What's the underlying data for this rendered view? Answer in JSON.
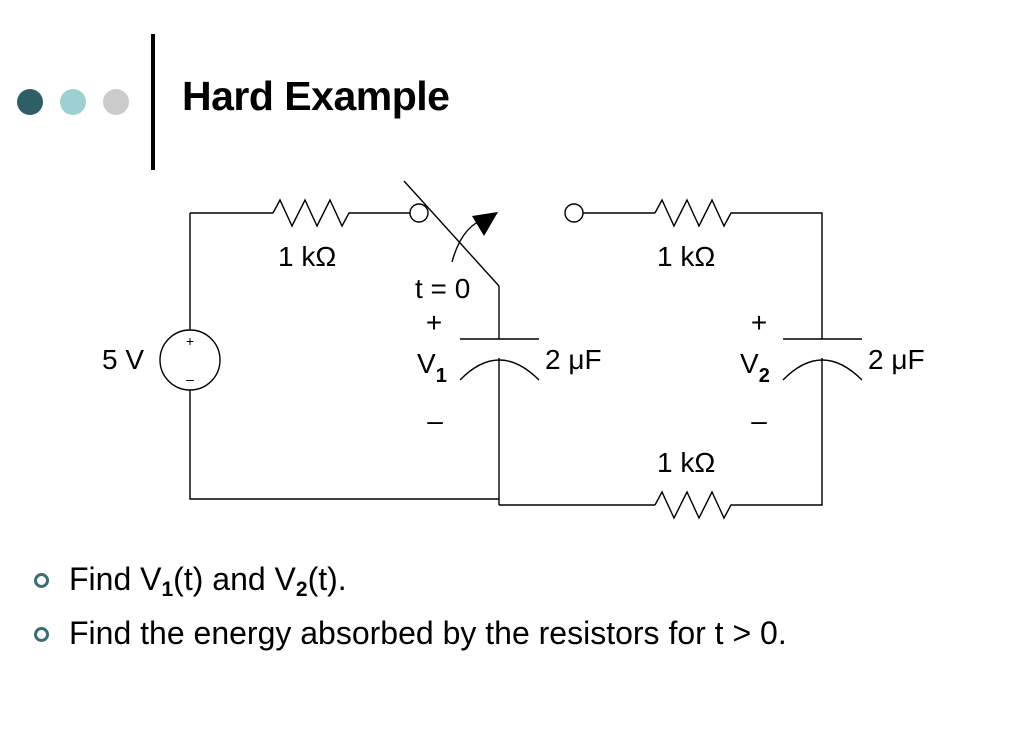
{
  "slide": {
    "title": "Hard Example",
    "decor_dots": [
      "#2f5f66",
      "#9cd0d2",
      "#cbcbcb"
    ]
  },
  "circuit": {
    "source_label": "5 V",
    "source_plus": "+",
    "source_minus": "–",
    "r_left_label": "1 kΩ",
    "r_right_top_label": "1 kΩ",
    "r_bottom_label": "1 kΩ",
    "switch_label": "t = 0",
    "c1_label": "2 μF",
    "c2_label": "2 μF",
    "v1_plus": "+",
    "v1_minus": "–",
    "v1_name": "V",
    "v1_sub": "1",
    "v2_plus": "+",
    "v2_minus": "–",
    "v2_name": "V",
    "v2_sub": "2"
  },
  "bullets": {
    "b1": {
      "find": "Find V",
      "sub1": "1",
      "mid": "(t) and V",
      "sub2": "2",
      "end": "(t)."
    },
    "b2": "Find the energy absorbed by the resistors for t > 0."
  },
  "colors": {
    "bullet": "#3b6e74"
  }
}
